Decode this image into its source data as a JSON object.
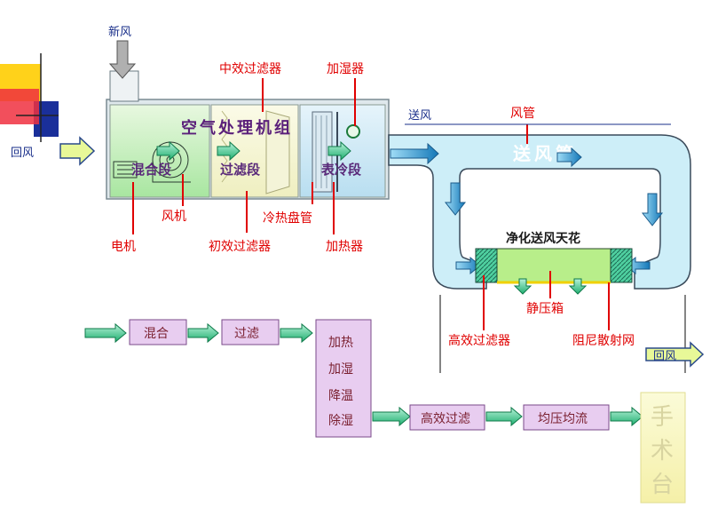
{
  "labels": {
    "fresh_air": "新风",
    "return_air_left": "回风",
    "ahu_title": "空气处理机组",
    "mixing_section": "混合段",
    "filter_section": "过滤段",
    "cooling_section": "表冷段",
    "medium_filter": "中效过滤器",
    "humidifier": "加湿器",
    "fan": "风机",
    "motor": "电机",
    "primary_filter": "初效过滤器",
    "coil": "冷热盘管",
    "heater": "加热器",
    "supply_air": "送风",
    "air_duct": "风管",
    "supply_duct": "送风管",
    "ceiling": "净化送风天花",
    "static_box": "静压箱",
    "hepa_filter": "高效过滤器",
    "diffuser_mesh": "阻尼散射网",
    "return_air_right": "回风"
  },
  "flow": {
    "mix": "混合",
    "filter": "过滤",
    "treat_1": "加热",
    "treat_2": "加湿",
    "treat_3": "降温",
    "treat_4": "除湿",
    "hepa": "高效过滤",
    "equalize": "均压均流",
    "table_1": "手",
    "table_2": "术",
    "table_3": "台"
  },
  "colors": {
    "label_red": "#e00000",
    "label_blue": "#1a2f8a",
    "duct_fill": "#cdeef8",
    "arrow_green": "#2ec27e",
    "flow_box": "#e8cdf0"
  }
}
